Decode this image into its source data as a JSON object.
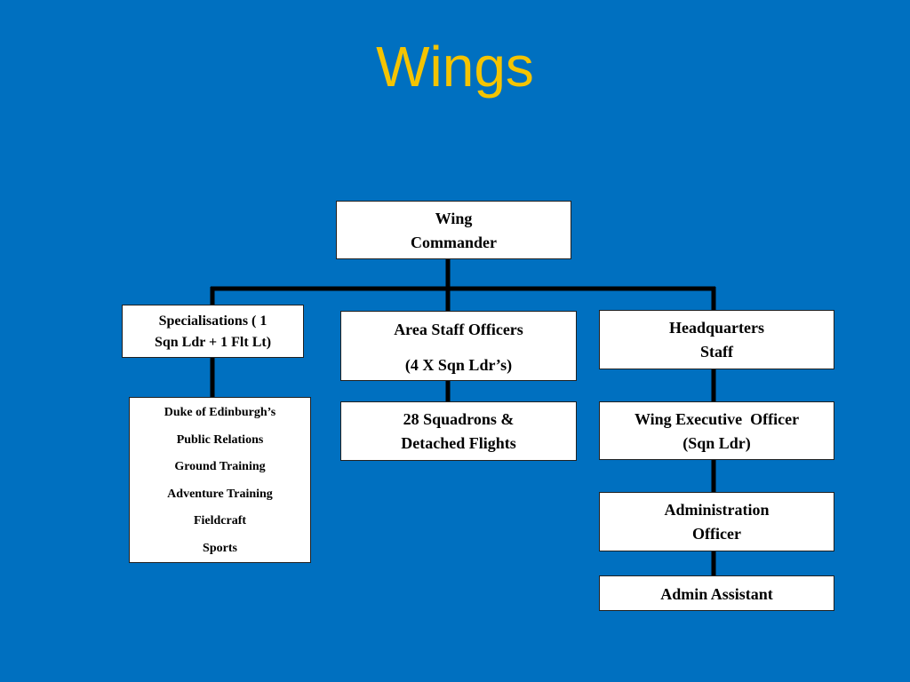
{
  "title": "Wings",
  "colors": {
    "background": "#0070c0",
    "title": "#f5c400",
    "box_fill": "#ffffff",
    "connector": "#000000"
  },
  "org_chart": {
    "wing_commander": [
      "Wing",
      "Commander"
    ],
    "specialisations": [
      "Specialisations ( 1",
      "Sqn Ldr + 1 Flt Lt)"
    ],
    "area_staff_officers": [
      "Area Staff Officers",
      "(4 X Sqn Ldr’s)"
    ],
    "headquarters_staff": [
      "Headquarters",
      "Staff"
    ],
    "specialisation_list": [
      "Duke of Edinburgh’s",
      "Public Relations",
      "Ground Training",
      "Adventure Training",
      "Fieldcraft",
      "Sports"
    ],
    "squadrons": [
      "28 Squadrons &",
      "Detached Flights"
    ],
    "wing_executive_officer": [
      "Wing Executive  Officer",
      "(Sqn Ldr)"
    ],
    "administration_officer": [
      "Administration",
      "Officer"
    ],
    "admin_assistant": "Admin Assistant"
  }
}
